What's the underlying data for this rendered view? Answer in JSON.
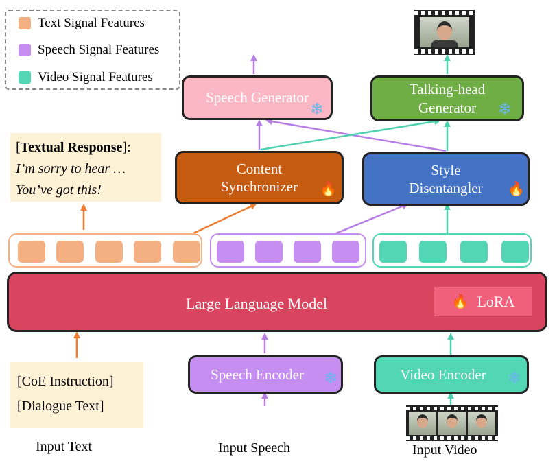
{
  "legend": {
    "items": [
      {
        "label": "Text Signal Features",
        "color": "#f4b083"
      },
      {
        "label": "Speech Signal Features",
        "color": "#c58ef0"
      },
      {
        "label": "Video Signal Features",
        "color": "#52d6b3"
      }
    ]
  },
  "modules": {
    "speech_generator": "Speech Generator",
    "talking_head_line1": "Talking-head",
    "talking_head_line2": "Generator",
    "content_line1": "Content",
    "content_line2": "Synchronizer",
    "style_line1": "Style",
    "style_line2": "Disentangler",
    "llm": "Large Language Model",
    "lora": "LoRA",
    "speech_encoder": "Speech Encoder",
    "video_encoder": "Video Encoder"
  },
  "response": {
    "title": "Textual Response",
    "colon": ":",
    "line1": "I’m sorry to hear …",
    "line2": "You’ve got this!"
  },
  "input_text_box": {
    "line1": "[CoE Instruction]",
    "line2": "[Dialogue Text]"
  },
  "inputs": {
    "text": "Input Text",
    "speech": "Input Speech",
    "video": "Input Video"
  },
  "icons": {
    "frozen": "snowflake-icon",
    "trainable": "fire-icon"
  },
  "colors": {
    "text_feature": "#f4b083",
    "speech_feature": "#c58ef0",
    "video_feature": "#52d6b3",
    "llm": "#d9455e",
    "speech_generator": "#fbb7c4",
    "talking_head": "#6fae45",
    "content_sync": "#c55a11",
    "style_disentangler": "#4472c4",
    "response_bg": "#fdf1d6"
  }
}
